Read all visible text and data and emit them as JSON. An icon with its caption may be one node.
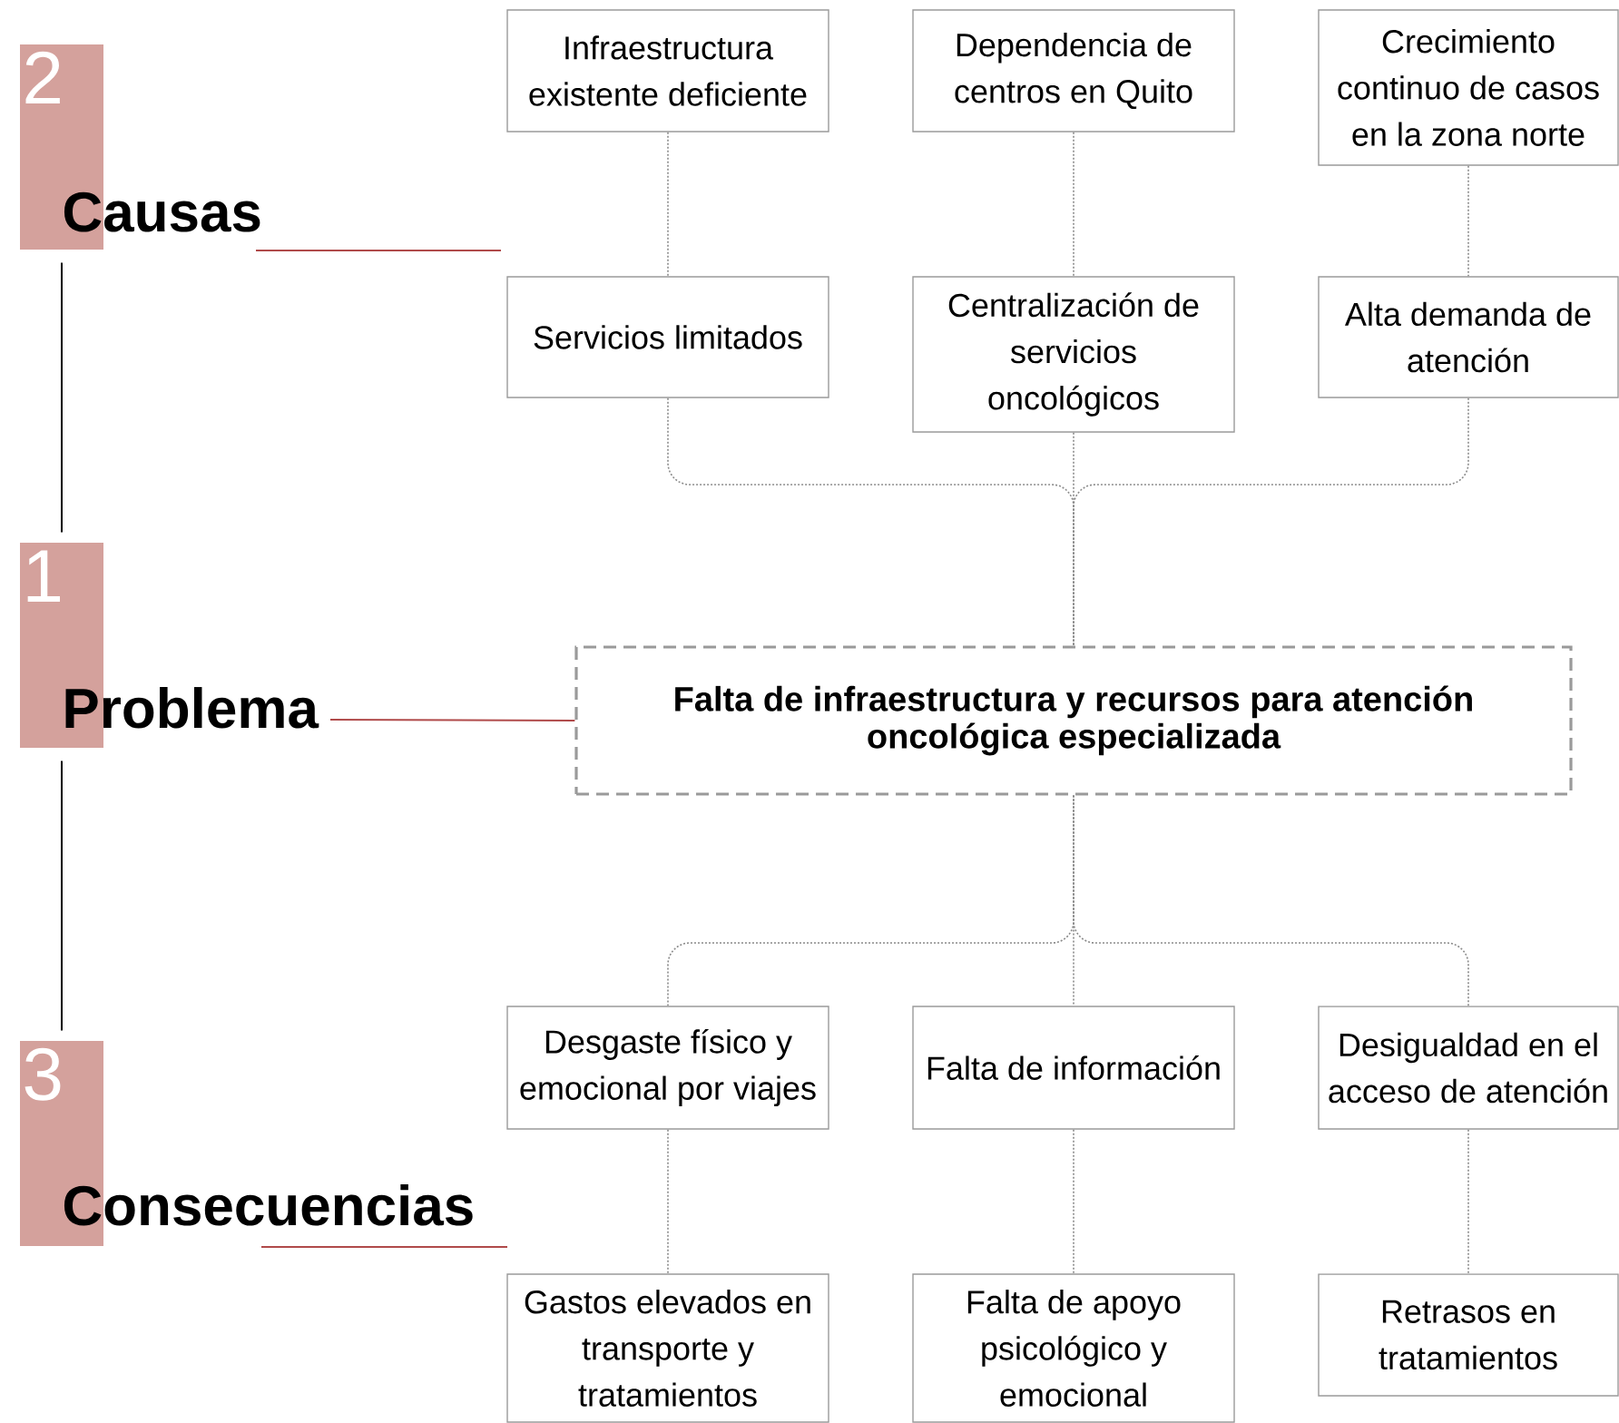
{
  "diagram": {
    "nodes": [
      {
        "text": [
          "2",
          "Causas"
        ]
      },
      {
        "text": [
          "Infraestructura existente deficiente"
        ]
      },
      {
        "text": [
          "Dependencia de centros en Quito"
        ]
      },
      {
        "text": [
          "Crecimiento continuo de casos en la zona norte"
        ]
      },
      {
        "text": [
          "Servicios limitados"
        ]
      },
      {
        "text": [
          "Centralización de servicios oncológicos"
        ]
      },
      {
        "text": [
          "Alta demanda de atención"
        ]
      },
      {
        "text": [
          "1",
          "Problema"
        ]
      },
      {
        "text": [
          "Falta de infraestructura y recursos para atención oncológica especializada"
        ]
      },
      {
        "text": [
          "3",
          "Consecuencias"
        ]
      },
      {
        "text": [
          "Desgaste físico y emocional por viajes"
        ]
      },
      {
        "text": [
          "Falta de información"
        ]
      },
      {
        "text": [
          "Desigualdad en el acceso de atención"
        ]
      },
      {
        "text": [
          "Gastos elevados en transporte y tratamientos"
        ]
      },
      {
        "text": [
          "Falta de apoyo psicológico y emocional"
        ]
      },
      {
        "text": [
          "Retrasos en tratamientos"
        ]
      }
    ],
    "edges": [
      {
        "from": 0,
        "to": 7,
        "arrow": "none",
        "color": "#000000"
      },
      {
        "from": 7,
        "to": 9,
        "arrow": "none",
        "color": "#000000"
      },
      {
        "from": 0,
        "to": null,
        "arrow": "none",
        "color": "#b04a4a"
      },
      {
        "from": 7,
        "to": 8,
        "arrow": "none",
        "color": "#b04a4a"
      },
      {
        "from": 9,
        "to": null,
        "arrow": "none",
        "color": "#b04a4a"
      },
      {
        "from": 1,
        "to": 4,
        "arrow": "none",
        "style": "dashed"
      },
      {
        "from": 2,
        "to": 5,
        "arrow": "none",
        "style": "dashed"
      },
      {
        "from": 3,
        "to": 6,
        "arrow": "none",
        "style": "dashed"
      },
      {
        "from": 4,
        "to": 8,
        "arrow": "none",
        "style": "dashed"
      },
      {
        "from": 5,
        "to": 8,
        "arrow": "none",
        "style": "dashed"
      },
      {
        "from": 6,
        "to": 8,
        "arrow": "none",
        "style": "dashed"
      },
      {
        "from": 8,
        "to": 10,
        "arrow": "none",
        "style": "dashed"
      },
      {
        "from": 8,
        "to": 11,
        "arrow": "none",
        "style": "dashed"
      },
      {
        "from": 8,
        "to": 12,
        "arrow": "none",
        "style": "dashed"
      },
      {
        "from": 10,
        "to": 13,
        "arrow": "none",
        "style": "dashed"
      },
      {
        "from": 11,
        "to": 14,
        "arrow": "none",
        "style": "dashed"
      },
      {
        "from": 12,
        "to": 15,
        "arrow": "none",
        "style": "dashed"
      }
    ]
  }
}
